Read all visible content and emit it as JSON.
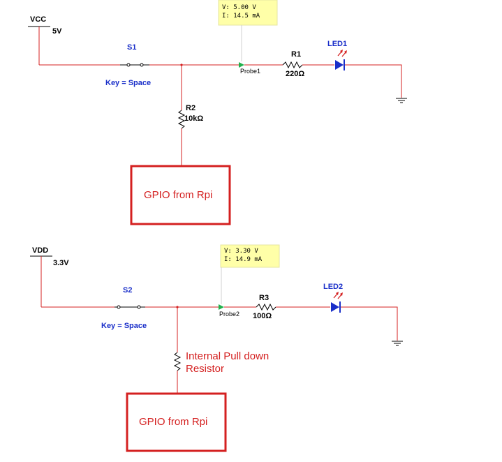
{
  "circuit1": {
    "source_name": "VCC",
    "source_value": "5V",
    "switch_name": "S1",
    "switch_key": "Key = Space",
    "probe_label": "Probe1",
    "probe_voltage": "V: 5.00 V",
    "probe_current": "I: 14.5 mA",
    "r_series_name": "R1",
    "r_series_value": "220Ω",
    "led_name": "LED1",
    "r_pull_name": "R2",
    "r_pull_value": "10kΩ",
    "gpio_label": "GPIO from Rpi"
  },
  "circuit2": {
    "source_name": "VDD",
    "source_value": "3.3V",
    "switch_name": "S2",
    "switch_key": "Key = Space",
    "probe_label": "Probe2",
    "probe_voltage": "V: 3.30 V",
    "probe_current": "I: 14.9 mA",
    "r_series_name": "R3",
    "r_series_value": "100Ω",
    "led_name": "LED2",
    "pull_note_line1": "Internal Pull down",
    "pull_note_line2": "Resistor",
    "gpio_label": "GPIO from Rpi"
  },
  "colors": {
    "wire": "#d42020",
    "label_blue": "#1a2fc9",
    "probe_box": "#ffffa8",
    "probe_marker": "#22b14c"
  }
}
